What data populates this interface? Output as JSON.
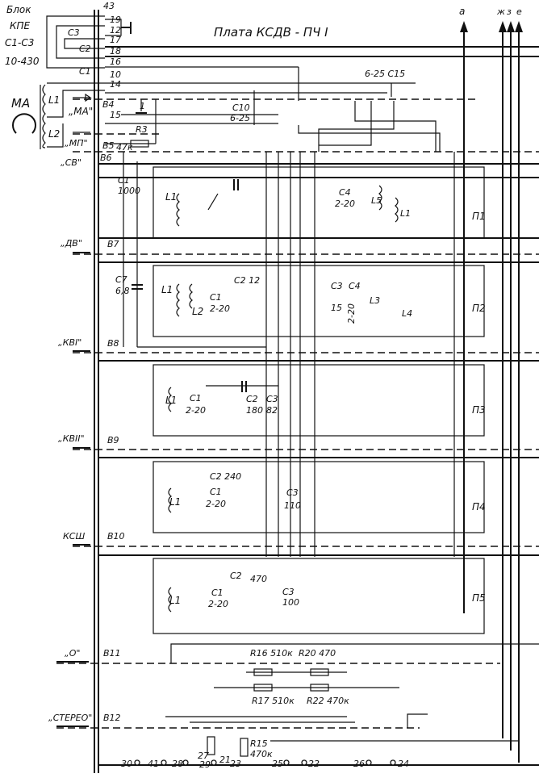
{
  "title": "Плата   КСДВ - ПЧ I",
  "block": {
    "l1": "Блок",
    "l2": "КПЕ",
    "l3": "С1-С3",
    "l4": "10-430",
    "c1": "С1",
    "c2": "С2",
    "c3": "С3"
  },
  "antenna": {
    "name": "МА",
    "l1": "L1",
    "l2": "L2"
  },
  "pins_top": [
    "43",
    "19",
    "12",
    "17",
    "18",
    "16",
    "10",
    "14",
    "15"
  ],
  "outputs": {
    "a": "а",
    "zh": "ж",
    "z": "з",
    "e": "е"
  },
  "switches": [
    {
      "label": "„МА\"",
      "id": "В4"
    },
    {
      "label": "„МП\"",
      "id": "В5"
    },
    {
      "label": "„СВ\"",
      "id": "В6"
    },
    {
      "label": "„ДВ\"",
      "id": "В7"
    },
    {
      "label": "„КВI\"",
      "id": "В8"
    },
    {
      "label": "„КВII\"",
      "id": "В9"
    },
    {
      "label": "КСШ",
      "id": "В10"
    },
    {
      "label": "„О\"",
      "id": "В11"
    },
    {
      "label": "„СТЕРЕО\"",
      "id": "В12"
    }
  ],
  "components": {
    "c10": "С10",
    "c10v": "6-25",
    "c15": "6-25  С15",
    "r3": "R3",
    "r3v": "47к",
    "c1_main": "С1",
    "c1_mainv": "1000",
    "c7": "С7",
    "c7v": "6,8",
    "p1": {
      "name": "П1",
      "c4": "С4",
      "c4v": "2-20",
      "l5": "L5",
      "l1": "L1",
      "l1b": "L1"
    },
    "p2": {
      "name": "П2",
      "l1": "L1",
      "l2": "L2",
      "c2": "С2 12",
      "c1": "С1",
      "c1v": "2-20",
      "c3": "С3",
      "c3v": "15",
      "c4": "С4",
      "c4v": "2-20",
      "l3": "L3",
      "l4": "L4"
    },
    "p3": {
      "name": "П3",
      "l1": "L1",
      "c1": "С1",
      "c1v": "2-20",
      "c2": "С2",
      "c2v": "180",
      "c3": "С3",
      "c3v": "82"
    },
    "p4": {
      "name": "П4",
      "l1": "L1",
      "c2": "С2 240",
      "c1": "С1",
      "c1v": "2-20",
      "c3": "С3",
      "c3v": "110"
    },
    "p5": {
      "name": "П5",
      "l1": "L1",
      "c2": "С2",
      "c2v": "470",
      "c1": "С1",
      "c1v": "2-20",
      "c3": "С3",
      "c3v": "100"
    },
    "r16": "R16  510к",
    "r20": "R20 470",
    "r17": "R17  510к",
    "r22": "R22 470к",
    "r15": "R15",
    "r15v": "470к"
  },
  "bottom_terminals": [
    "30",
    "41",
    "28",
    "27",
    "29",
    "21",
    "23",
    "25",
    "22",
    "26",
    "24"
  ]
}
